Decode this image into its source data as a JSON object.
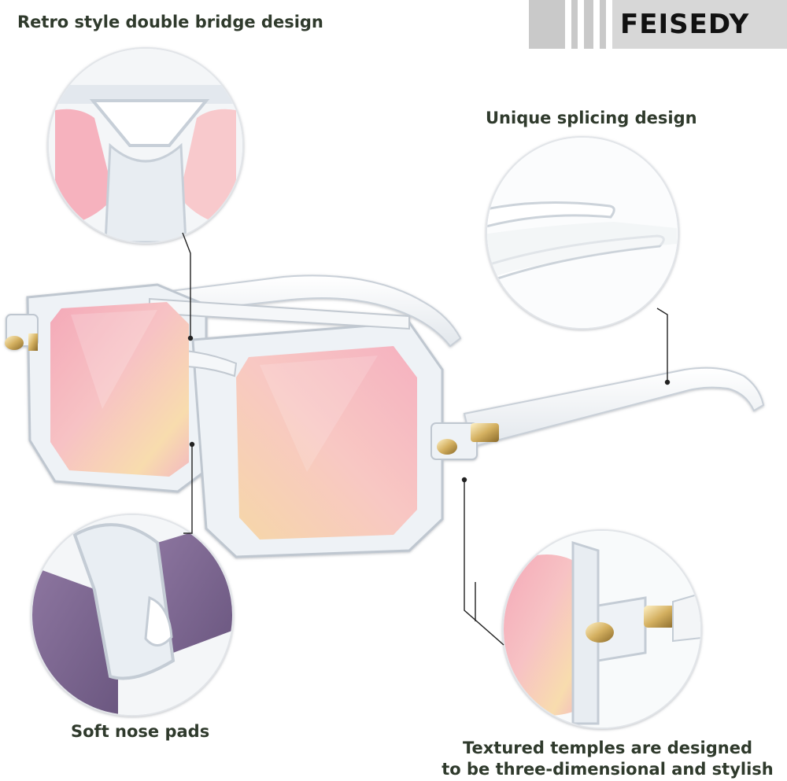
{
  "brand": {
    "name": "FEISEDY"
  },
  "callouts": {
    "bridge": "Retro style double bridge design",
    "splicing": "Unique splicing design",
    "nose_pads": "Soft nose pads",
    "temples_line1": "Textured temples are designed",
    "temples_line2": "to be three-dimensional and stylish"
  },
  "colors": {
    "caption": "#2f3a2c",
    "lens_pink": "#f6b3bd",
    "lens_gold": "#f7d6a4",
    "lens_purple": "#7c6790",
    "frame_clear": "#eef2f6",
    "hinge_gold": "#c9a95b",
    "leader_line": "#222222"
  }
}
